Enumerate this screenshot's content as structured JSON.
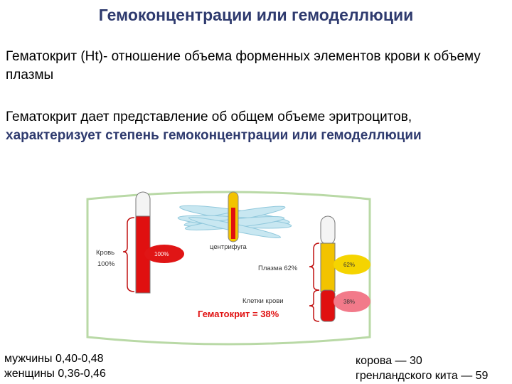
{
  "slide": {
    "title": "Гемоконцентрации или гемоделлюции",
    "para1": "Гематокрит (Ht)- отношение объема форменных элементов крови к объему плазмы",
    "para2_plain": "Гематокрит дает представление об общем объеме эритроцитов, ",
    "para2_highlight": "характеризует степень гемоконцентрации или гемоделлюции"
  },
  "figure": {
    "blood_label": "Кровь",
    "blood_pct": "100%",
    "bubble_100": "100%",
    "centrifuge_label": "центрифуга",
    "plasma_label": "Плазма 62%",
    "bubble_62": "62%",
    "cells_label": "Клетки крови",
    "bubble_38": "38%",
    "hematocrit_label": "Гематокрит = 38%",
    "colors": {
      "blood_red": "#e01010",
      "plasma_yellow": "#f2c300",
      "bubble_yellow": "#f5d400",
      "bubble_pink": "#f27a8a",
      "rotor_blue": "#9bd3e6",
      "frame_green": "#b9d9a6",
      "bubble_red": "#e01515"
    }
  },
  "bottom_left": {
    "line1": "мужчины 0,40-0,48",
    "line2": "женщины 0,36-0,46"
  },
  "bottom_right": {
    "line1": "корова — 30",
    "line2": "гренландского кита — 59"
  }
}
